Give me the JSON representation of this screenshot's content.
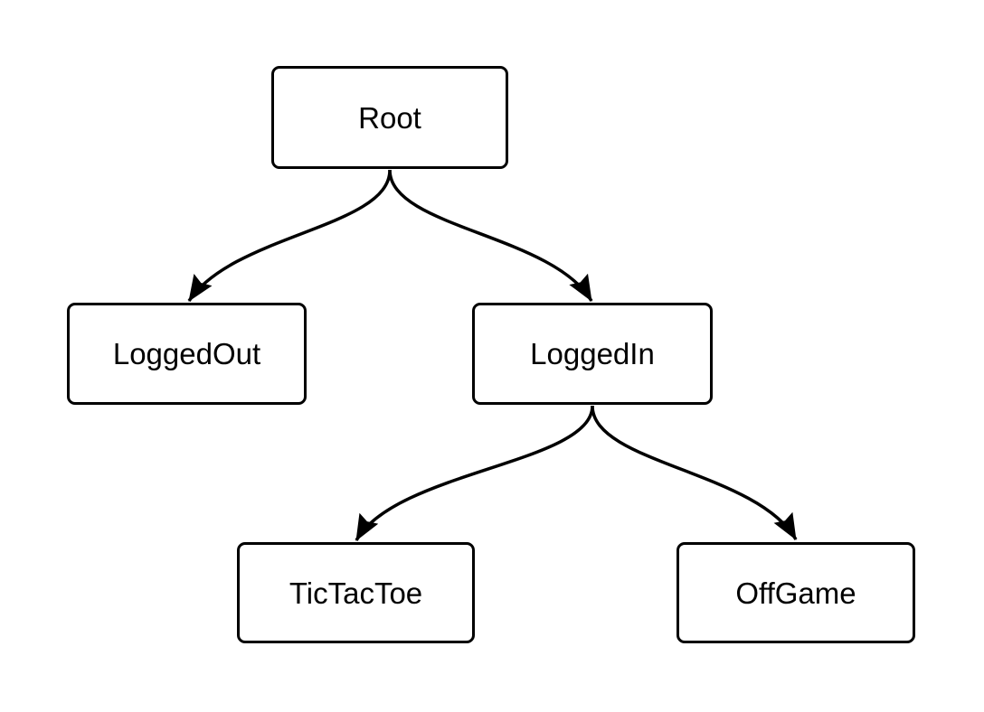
{
  "diagram": {
    "type": "tree",
    "background_color": "#ffffff",
    "stroke_color": "#000000",
    "text_color": "#000000",
    "nodes": [
      {
        "id": "root",
        "label": "Root"
      },
      {
        "id": "loggedOut",
        "label": "LoggedOut"
      },
      {
        "id": "loggedIn",
        "label": "LoggedIn"
      },
      {
        "id": "ticTacToe",
        "label": "TicTacToe"
      },
      {
        "id": "offGame",
        "label": "OffGame"
      }
    ],
    "edges": [
      {
        "from": "Root",
        "to": "LoggedOut"
      },
      {
        "from": "Root",
        "to": "LoggedIn"
      },
      {
        "from": "LoggedIn",
        "to": "TicTacToe"
      },
      {
        "from": "LoggedIn",
        "to": "OffGame"
      }
    ]
  }
}
